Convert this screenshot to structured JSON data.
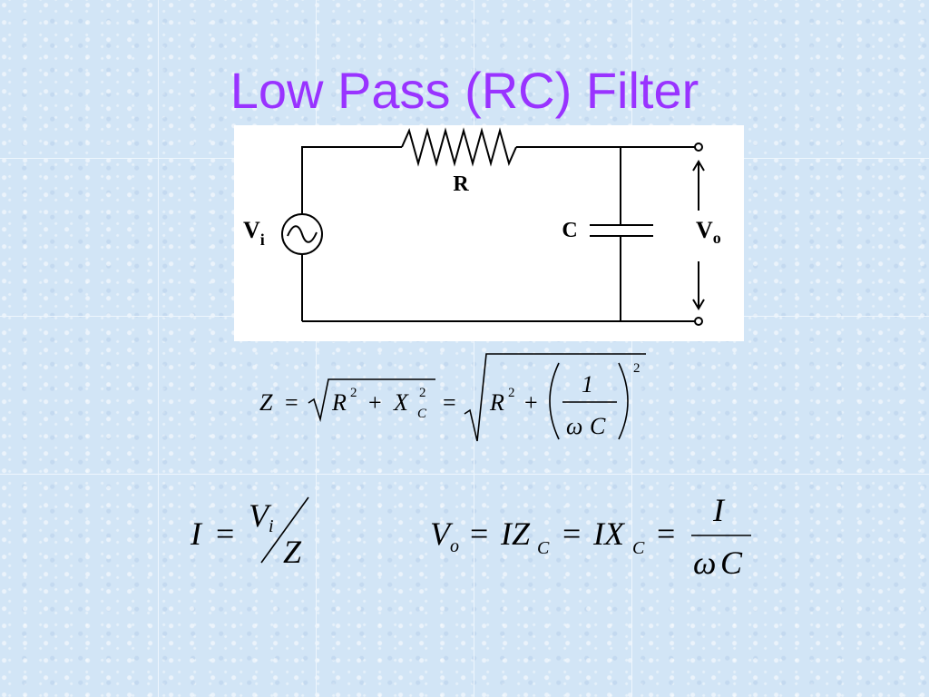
{
  "title": "Low Pass (RC) Filter",
  "circuit": {
    "resistor_label": "R",
    "capacitor_label": "C",
    "input_label": "V",
    "input_sub": "i",
    "output_label": "V",
    "output_sub": "o"
  },
  "equations": {
    "impedance": {
      "lhs": "Z",
      "eq1": "=",
      "r": "R",
      "r_exp": "2",
      "plus1": "+",
      "x": "X",
      "x_exp": "2",
      "x_sub": "C",
      "eq2": "=",
      "r2": "R",
      "r2_exp": "2",
      "plus2": "+",
      "num": "1",
      "den_omega": "ω",
      "den_c": "C",
      "outer_exp": "2"
    },
    "current": {
      "lhs": "I",
      "eq": "=",
      "num": "V",
      "num_sub": "i",
      "den": "Z"
    },
    "output": {
      "v": "V",
      "v_sub": "o",
      "eq1": "=",
      "iz": "IZ",
      "iz_sub": "C",
      "eq2": "=",
      "ix": "IX",
      "ix_sub": "C",
      "eq3": "=",
      "num": "I",
      "den_omega": "ω",
      "den_c": "C"
    }
  },
  "colors": {
    "title": "#9933ff",
    "ink": "#000000",
    "panel": "#ffffff"
  }
}
